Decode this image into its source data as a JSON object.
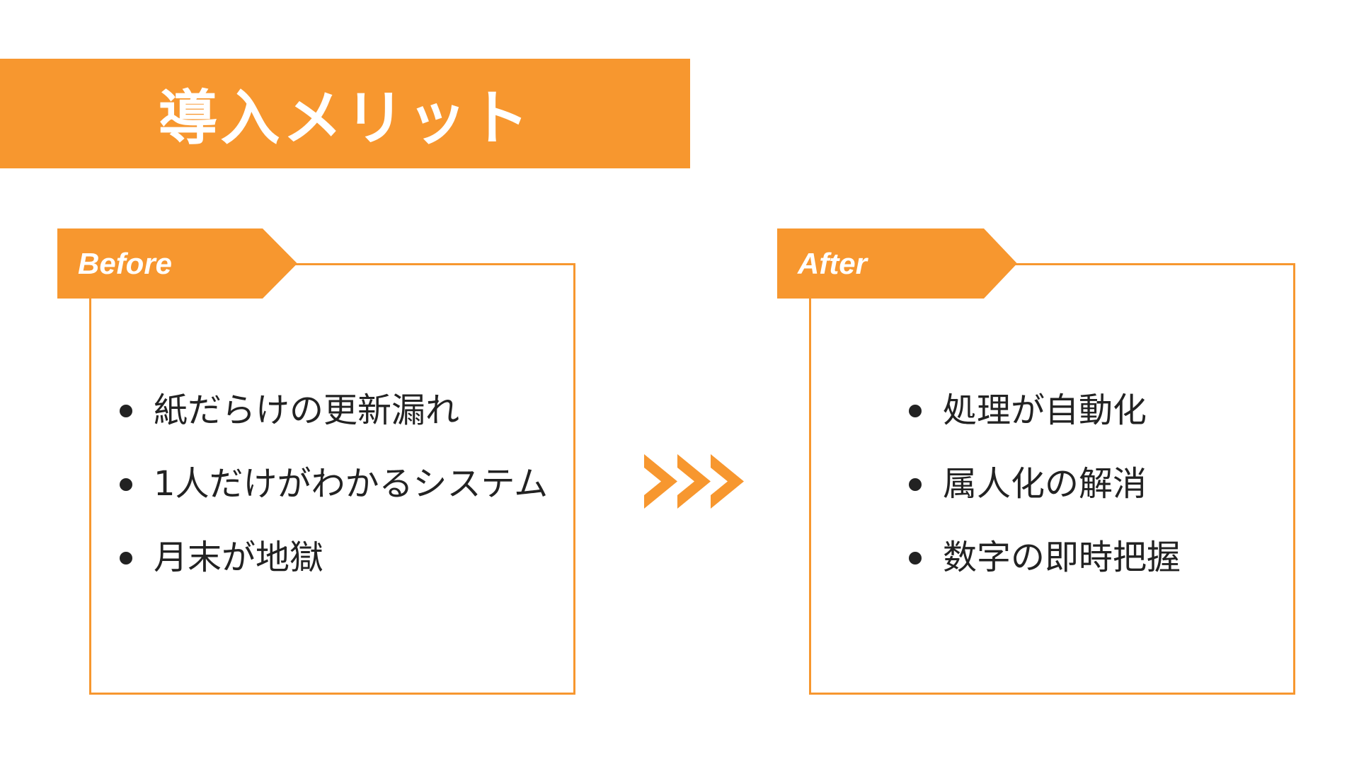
{
  "title": "導入メリット",
  "colors": {
    "accent": "#F7972F",
    "text": "#222222"
  },
  "before": {
    "label": "Before",
    "items": [
      "紙だらけの更新漏れ",
      "1人だけがわかるシステム",
      "月末が地獄"
    ]
  },
  "after": {
    "label": "After",
    "items": [
      "処理が自動化",
      "属人化の解消",
      "数字の即時把握"
    ]
  },
  "arrow_icon": "triple-chevron-right"
}
